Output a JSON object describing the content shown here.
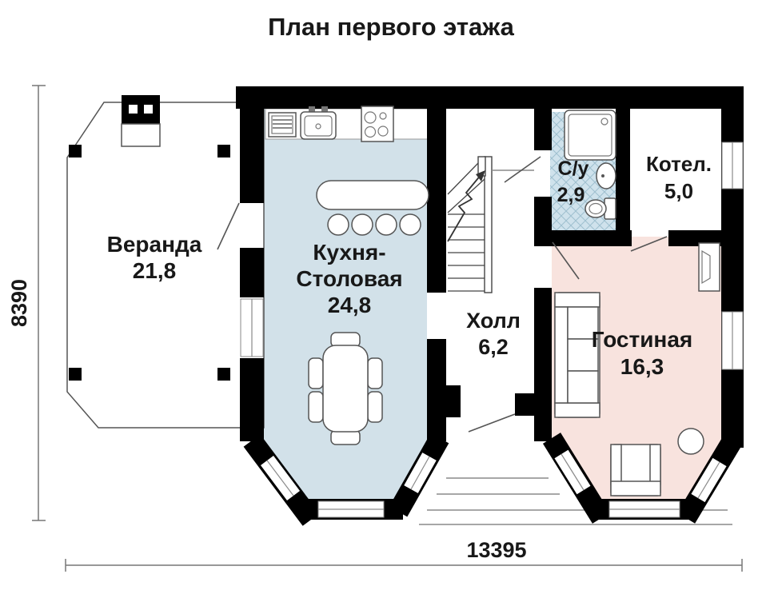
{
  "title": "План первого этажа",
  "dimensions": {
    "overall_depth": "8390",
    "overall_width": "13395"
  },
  "rooms": {
    "veranda": {
      "name": "Веранда",
      "area": "21,8"
    },
    "kitchen_dining": {
      "name_line1": "Кухня-",
      "name_line2": "Столовая",
      "area": "24,8"
    },
    "hall": {
      "name": "Холл",
      "area": "6,2"
    },
    "bathroom": {
      "name": "С/у",
      "area": "2,9"
    },
    "boiler": {
      "name": "Котел.",
      "area": "5,0"
    },
    "living": {
      "name": "Гостиная",
      "area": "16,3"
    }
  },
  "colors": {
    "wall": "#000000",
    "kitchen_fill": "#d2e1e9",
    "bathroom_fill": "#cfe2ec",
    "bathroom_hatch": "#9fc0cf",
    "living_fill": "#f8e3de"
  }
}
